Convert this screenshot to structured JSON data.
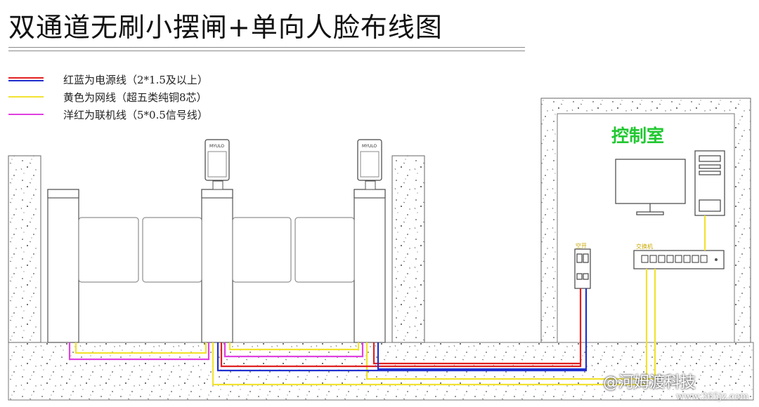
{
  "title": "双通道无刷小摆闸+单向人脸布线图",
  "legend": [
    {
      "label": "红蓝为电源线（2*1.5及以上）",
      "colors": [
        "#e02020",
        "#2030d0"
      ]
    },
    {
      "label": "黄色为网线（超五类纯铜8芯）",
      "colors": [
        "#f2e230"
      ]
    },
    {
      "label": "洋红为联机线（5*0.5信号线）",
      "colors": [
        "#e040e0"
      ]
    }
  ],
  "room_label": "控制室",
  "switch_label": "交换机",
  "breaker_label": "空开",
  "camera_text": "MYULO",
  "watermark": "@河姆渡科技",
  "site": "www.365jz.com",
  "colors": {
    "power_red": "#e02020",
    "power_blue": "#2030d0",
    "network_yellow": "#f2e230",
    "link_magenta": "#e040e0",
    "room_label_green": "#22c832"
  }
}
